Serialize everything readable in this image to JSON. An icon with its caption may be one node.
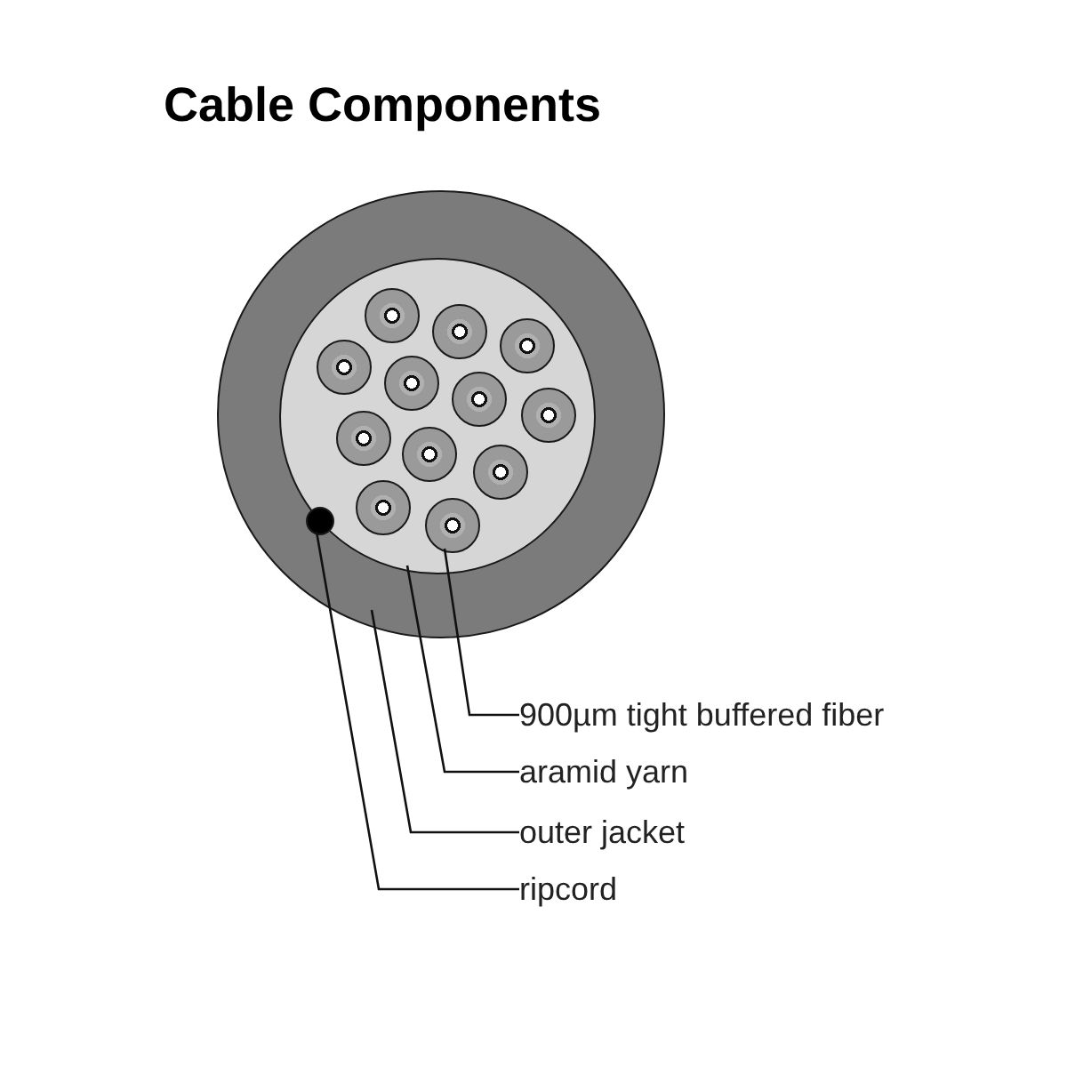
{
  "diagram": {
    "title": "Cable Components",
    "nodes": [
      {
        "text": [
          "900µm tight buffered fiber"
        ]
      },
      {
        "text": [
          "aramid yarn"
        ]
      },
      {
        "text": [
          "outer jacket"
        ]
      },
      {
        "text": [
          "ripcord"
        ]
      },
      {
        "text": [],
        "shape": "circle"
      },
      {
        "text": [],
        "shape": "circle",
        "in": 4
      },
      {
        "text": [],
        "shape": "circle",
        "in": 5
      },
      {
        "text": [],
        "shape": "circle",
        "in": 5
      },
      {
        "text": [],
        "shape": "circle",
        "in": 5
      },
      {
        "text": [],
        "shape": "circle",
        "in": 5
      },
      {
        "text": [],
        "shape": "circle",
        "in": 5
      },
      {
        "text": [],
        "shape": "circle",
        "in": 5
      },
      {
        "text": [],
        "shape": "circle",
        "in": 5
      },
      {
        "text": [],
        "shape": "circle",
        "in": 5
      },
      {
        "text": [],
        "shape": "circle",
        "in": 5
      },
      {
        "text": [],
        "shape": "circle",
        "in": 5
      },
      {
        "text": [],
        "shape": "circle",
        "in": 5
      },
      {
        "text": [],
        "shape": "circle",
        "in": 5
      },
      {
        "text": [],
        "shape": "circle",
        "in": 5
      }
    ],
    "edges": [
      {
        "from": 0,
        "to": 17,
        "arrow": "none"
      },
      {
        "from": 1,
        "to": 5,
        "arrow": "none"
      },
      {
        "from": 2,
        "to": 4,
        "arrow": "none"
      },
      {
        "from": 3,
        "to": 18,
        "arrow": "none"
      }
    ]
  }
}
